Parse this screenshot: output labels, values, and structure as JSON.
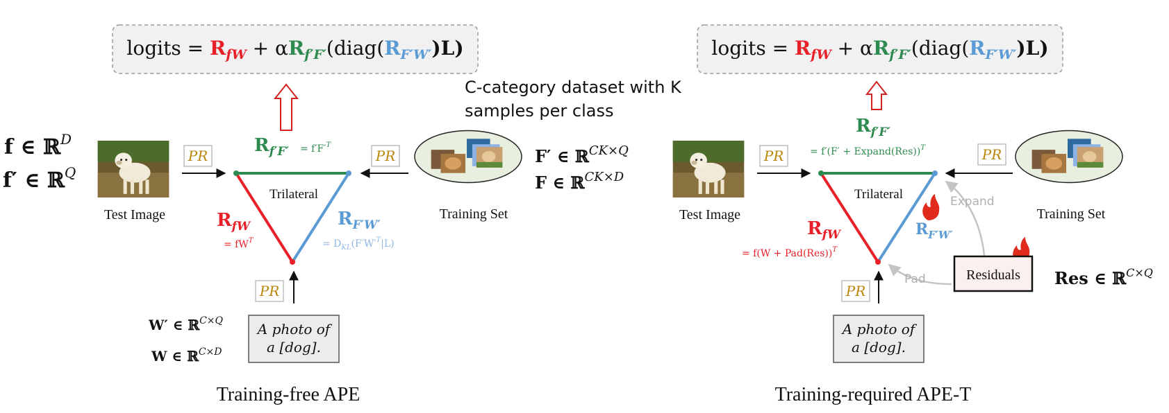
{
  "caption_text": "C-category dataset with K samples per class",
  "caption_lines": [
    "C-category dataset with K",
    "samples per class"
  ],
  "colors": {
    "red": "#e8202a",
    "green": "#2e8b4f",
    "blue": "#5b9bd5",
    "pr_text": "#b8860b",
    "gray": "#b8b8b8"
  },
  "panels": [
    {
      "title": "Training-free APE",
      "formula": {
        "prefix": "logits = ",
        "t1": "R",
        "t1_sub": "fW",
        "plus": " + α",
        "t2": "R",
        "t2_sub": "f′F′",
        "open": "(diag(",
        "t3": "R",
        "t3_sub": "F′W′",
        "close": ")L)"
      },
      "test_image_label": "Test Image",
      "training_set_label": "Training Set",
      "pr_label": "PR",
      "trilateral_label": "Trilateral",
      "edge_fF": {
        "name": "R",
        "sub": "f′F′",
        "formula": "= f′F′",
        "formula_sup": "T"
      },
      "edge_fW": {
        "name": "R",
        "sub": "fW",
        "formula": "= fW",
        "formula_sup": "T"
      },
      "edge_FW": {
        "name": "R",
        "sub": "F′W′",
        "formula": "= D",
        "formula_sub": "KL",
        "formula_rest": "(F′W′",
        "formula_sup": "T",
        "formula_end": "|L)"
      },
      "left_math": [
        {
          "base": "f ∈ ℝ",
          "sup": "D"
        },
        {
          "base": "f′ ∈ ℝ",
          "sup": "Q"
        }
      ],
      "right_math": [
        {
          "base": "F′ ∈ ℝ",
          "sup": "CK×Q"
        },
        {
          "base": "F  ∈ ℝ",
          "sup": "CK×D"
        }
      ],
      "bottom_math": [
        {
          "base": "W′ ∈ ℝ",
          "sup": "C×Q"
        },
        {
          "base": "W ∈ ℝ",
          "sup": "C×D"
        }
      ],
      "prompt_lines": [
        "A photo of",
        "a [dog]."
      ]
    },
    {
      "title": "Training-required APE-T",
      "formula": {
        "prefix": "logits = ",
        "t1": "R",
        "t1_sub": "fW",
        "plus": " + α",
        "t2": "R",
        "t2_sub": "f′F′",
        "open": "(diag(",
        "t3": "R",
        "t3_sub": "F′W′",
        "close": ")L)"
      },
      "test_image_label": "Test Image",
      "training_set_label": "Training Set",
      "pr_label": "PR",
      "trilateral_label": "Trilateral",
      "edge_fF": {
        "name": "R",
        "sub": "f′F′",
        "formula": "= f′(F′ + Expand(Res))",
        "formula_sup": "T"
      },
      "edge_fW": {
        "name": "R",
        "sub": "fW",
        "formula": "= f(W + Pad(Res))",
        "formula_sup": "T"
      },
      "edge_FW": {
        "name": "R",
        "sub": "F′W′"
      },
      "expand_label": "Expand",
      "pad_label": "Pad",
      "residuals_label": "Residuals",
      "res_math": {
        "base": "Res ∈ ℝ",
        "sup": "C×Q"
      },
      "prompt_lines": [
        "A photo of",
        "a [dog]."
      ]
    }
  ]
}
